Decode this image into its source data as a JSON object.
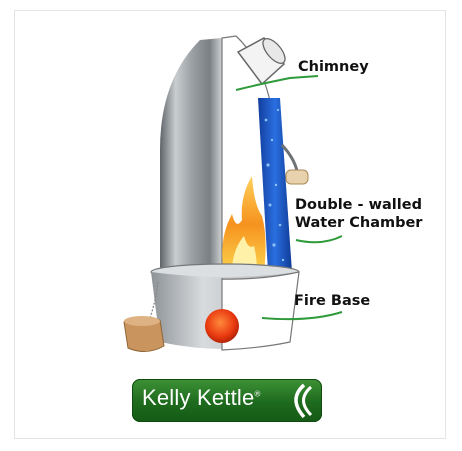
{
  "labels": {
    "chimney": "Chimney",
    "water_chamber_line1": "Double - walled",
    "water_chamber_line2": "Water Chamber",
    "fire_base": "Fire Base"
  },
  "logo": {
    "text": "Kelly Kettle",
    "registered_mark": "®",
    "background_color": "#1d6a1d"
  },
  "colors": {
    "leader_lines": "#2f9a3a",
    "water": "#1a56c8",
    "flame": "#f39a13",
    "hot_spot": "#e33a10",
    "steel": "#9aa0a4"
  }
}
